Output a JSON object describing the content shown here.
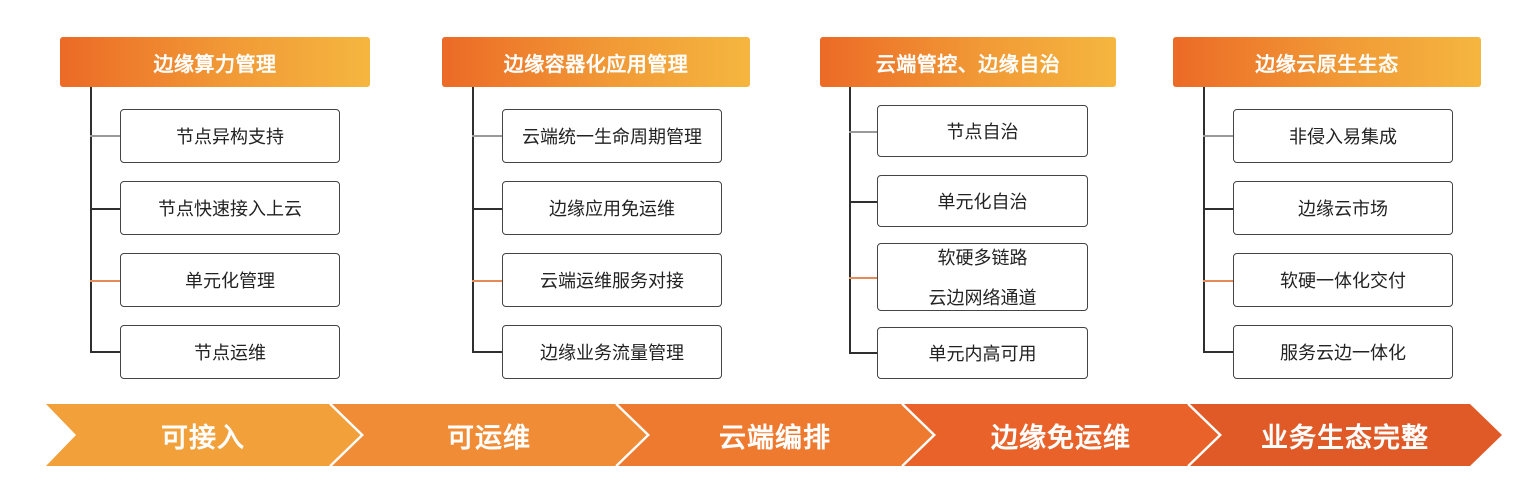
{
  "columns": [
    {
      "title": "边缘算力管理",
      "items": [
        {
          "lines": [
            "节点异构支持"
          ]
        },
        {
          "lines": [
            "节点快速接入上云"
          ]
        },
        {
          "lines": [
            "单元化管理"
          ]
        },
        {
          "lines": [
            "节点运维"
          ]
        }
      ]
    },
    {
      "title": "边缘容器化应用管理",
      "items": [
        {
          "lines": [
            "云端统一生命周期管理"
          ]
        },
        {
          "lines": [
            "边缘应用免运维"
          ]
        },
        {
          "lines": [
            "云端运维服务对接"
          ]
        },
        {
          "lines": [
            "边缘业务流量管理"
          ]
        }
      ]
    },
    {
      "title": "云端管控、边缘自治",
      "items": [
        {
          "lines": [
            "节点自治"
          ]
        },
        {
          "lines": [
            "单元化自治"
          ]
        },
        {
          "lines": [
            "软硬多链路",
            "云边网络通道"
          ]
        },
        {
          "lines": [
            "单元内高可用"
          ]
        }
      ]
    },
    {
      "title": "边缘云原生生态",
      "items": [
        {
          "lines": [
            "非侵入易集成"
          ]
        },
        {
          "lines": [
            "边缘云市场"
          ]
        },
        {
          "lines": [
            "软硬一体化交付"
          ]
        },
        {
          "lines": [
            "服务云边一体化"
          ]
        }
      ]
    }
  ],
  "stages": [
    "可接入",
    "可运维",
    "云端编排",
    "边缘免运维",
    "业务生态完整"
  ],
  "colors": {
    "stage_fills": [
      "#f2a03a",
      "#f08c35",
      "#ee7a30",
      "#e8622a",
      "#e05a28"
    ],
    "header_gradient": [
      "#ec6a26",
      "#f5b63f"
    ]
  }
}
